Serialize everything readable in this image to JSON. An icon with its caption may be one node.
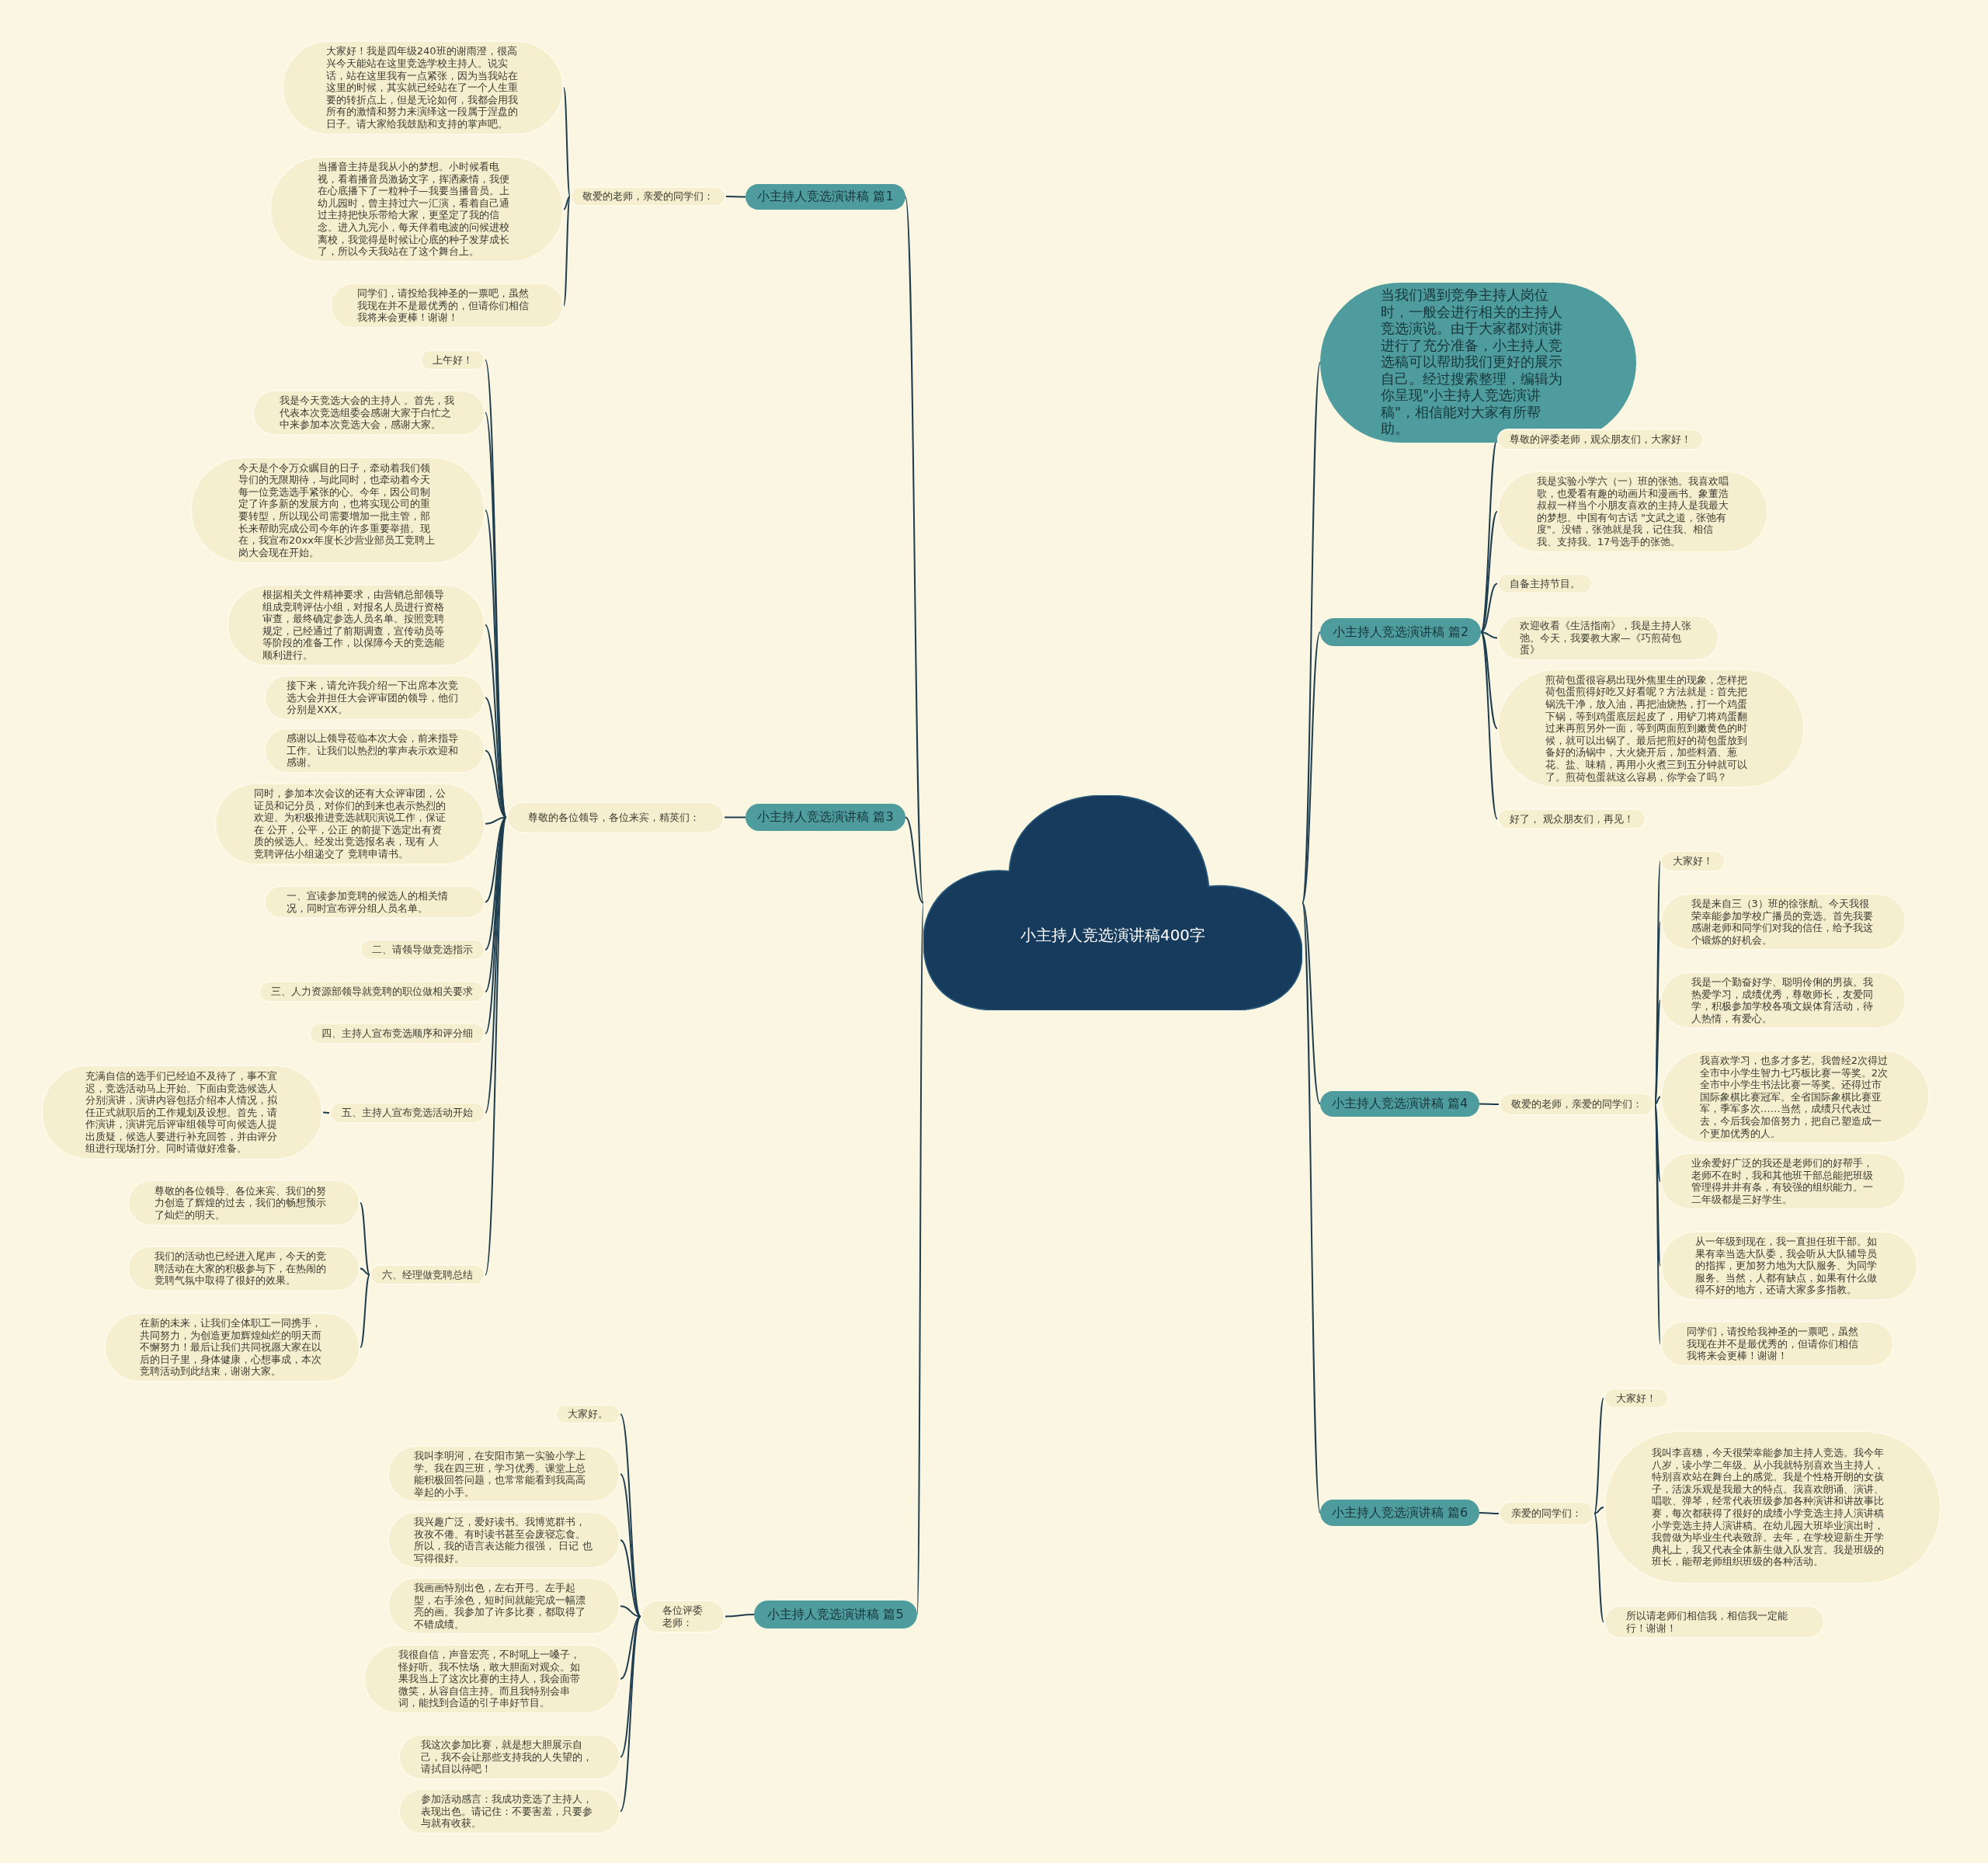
{
  "diagram": {
    "nodes": [
      {
        "text": [
          "小主持人竞选演讲稿400字"
        ]
      },
      {
        "text": [
          "小主持人竞选演讲稿 篇1"
        ]
      },
      {
        "text": [
          "敬爱的老师，亲爱的同学们："
        ]
      },
      {
        "text": [
          "大家好！我是四年级240班的谢雨澄，很高兴今天能站在这里竞选学校主持人。说实话，站在这里我有一点紧张，因为当我站在这里的时候，其实就已经站在了一个人生重要的转折点上，但是无论如何，我都会用我所有的激情和努力来演绎这一段属于涅盘的日子。请大家给我鼓励和支持的掌声吧。"
        ]
      },
      {
        "text": [
          "当播音主持是我从小的梦想。小时候看电视，看着播音员激扬文字，挥洒豪情，我便在心底播下了一粒种子—我要当播音员。上幼儿园时，曾主持过六一汇演，看着自己通过主持把快乐带给大家，更坚定了我的信念。进入九完小，每天伴着电波的问候进校离校，我觉得是时候让心底的种子发芽成长了，所以今天我站在了这个舞台上。"
        ]
      },
      {
        "text": [
          "同学们，请投给我神圣的一票吧，虽然我现在并不是最优秀的，但请你们相信我将来会更棒！谢谢！"
        ]
      },
      {
        "text": [
          "小主持人竞选演讲稿 篇3"
        ]
      },
      {
        "text": [
          "尊敬的各位领导，各位来宾，精英们："
        ]
      },
      {
        "text": [
          "上午好！"
        ]
      },
      {
        "text": [
          "我是今天竞选大会的主持人 。首先，我代表本次竞选组委会感谢大家于白忙之中来参加本次竞选大会，感谢大家。"
        ]
      },
      {
        "text": [
          "今天是个令万众瞩目的日子，牵动着我们领导们的无限期待，与此同时，也牵动着今天每一位竞选选手紧张的心。今年，因公司制定了许多新的发展方向，也将实现公司的重要转型，所以现公司需要增加一批主管，部长来帮助完成公司今年的许多重要举措。现在，我宣布20xx年度长沙营业部员工竞聘上岗大会现在开始。"
        ]
      },
      {
        "text": [
          "根据相关文件精神要求，由营销总部领导组成竞聘评估小组，对报名人员进行资格审查，最终确定参选人员名单。按照竞聘规定，已经通过了前期调查，宣传动员等等阶段的准备工作，以保障今天的竞选能顺利进行。"
        ]
      },
      {
        "text": [
          "接下来，请允许我介绍一下出席本次竞选大会并担任大会评审团的领导，他们分别是XXX。"
        ]
      },
      {
        "text": [
          "感谢以上领导莅临本次大会，前来指导工作。让我们以热烈的掌声表示欢迎和感谢。"
        ]
      },
      {
        "text": [
          "同时，参加本次会议的还有大众评审团，公证员和记分员，对你们的到来也表示热烈的欢迎。为积极推进竞选就职演说工作，保证在 公开，公平，公正 的前提下选定出有资质的候选人。经发出竞选报名表，现有 人竞聘评估小组递交了 竞聘申请书。"
        ]
      },
      {
        "text": [
          "一、宣读参加竞聘的候选人的相关情况，同时宣布评分组人员名单。"
        ]
      },
      {
        "text": [
          "二、请领导做竞选指示"
        ]
      },
      {
        "text": [
          "三、人力资源部领导就竞聘的职位做相关要求"
        ]
      },
      {
        "text": [
          "四、主持人宣布竞选顺序和评分细"
        ]
      },
      {
        "text": [
          "五、主持人宣布竞选活动开始"
        ]
      },
      {
        "text": [
          "充满自信的选手们已经迫不及待了，事不宜迟，竞选活动马上开始。下面由竞选候选人分别演讲，演讲内容包括介绍本人情况，拟任正式就职后的工作规划及设想。首先，请作演讲，演讲完后评审组领导可向候选人提出质疑，候选人要进行补充回答，并由评分组进行现场打分。同时请做好准备。"
        ]
      },
      {
        "text": [
          "六、经理做竞聘总结"
        ]
      },
      {
        "text": [
          "尊敬的各位领导、各位来宾、我们的努力创造了辉煌的过去，我们的畅想预示了灿烂的明天。"
        ]
      },
      {
        "text": [
          "我们的活动也已经进入尾声，今天的竞聘活动在大家的积极参与下，在热闹的竞聘气氛中取得了很好的效果。"
        ]
      },
      {
        "text": [
          "在新的未来，让我们全体职工一同携手，共同努力，为创造更加辉煌灿烂的明天而不懈努力！最后让我们共同祝愿大家在以后的日子里，身体健康，心想事成，本次竞聘活动到此结束，谢谢大家。"
        ]
      },
      {
        "text": [
          "小主持人竞选演讲稿 篇5"
        ]
      },
      {
        "text": [
          "各位评委老师："
        ]
      },
      {
        "text": [
          "大家好。"
        ]
      },
      {
        "text": [
          "我叫李明河，在安阳市第一实验小学上学。我在四三班，学习优秀。课堂上总能积极回答问题，也常常能看到我高高举起的小手。"
        ]
      },
      {
        "text": [
          "我兴趣广泛，爱好读书。我博览群书，孜孜不倦。有时读书甚至会废寝忘食。所以，我的语言表达能力很强， 日记 也写得很好。"
        ]
      },
      {
        "text": [
          "我画画特别出色，左右开弓。左手起型，右手涂色，短时间就能完成一幅漂亮的画。我参加了许多比赛，都取得了不错成绩。"
        ]
      },
      {
        "text": [
          "我很自信，声音宏亮，不时吼上一嗓子，怪好听。我不怯场，敢大胆面对观众。如果我当上了这次比赛的主持人，我会面带微笑，从容自信主持。而且我特别会串词，能找到合适的引子串好节目。"
        ]
      },
      {
        "text": [
          "我这次参加比赛，就是想大胆展示自己，我不会让那些支持我的人失望的，请拭目以待吧！"
        ]
      },
      {
        "text": [
          "参加活动感言：我成功竞选了主持人，表现出色。请记住：不要害羞，只要参与就有收获。"
        ]
      },
      {
        "text": [
          "当我们遇到竞争主持人岗位时，一般会进行相关的主持人竞选演说。由于大家都对演讲进行了充分准备，小主持人竞选稿可以帮助我们更好的展示自己。经过搜索整理，编辑为你呈现\"小主持人竞选演讲稿\"，相信能对大家有所帮助。"
        ]
      },
      {
        "text": [
          "小主持人竞选演讲稿 篇2"
        ]
      },
      {
        "text": [
          "尊敬的评委老师，观众朋友们，大家好！"
        ]
      },
      {
        "text": [
          "我是实验小学六（一）班的张弛。我喜欢唱歌，也爱看有趣的动画片和漫画书。象董浩叔叔一样当个小朋友喜欢的主持人是我最大的梦想。中国有句古话 \"文武之道，张弛有度\"。没错，张弛就是我，记住我、相信我、支持我。17号选手的张弛。"
        ]
      },
      {
        "text": [
          "自备主持节目。"
        ]
      },
      {
        "text": [
          "欢迎收看《生活指南》，我是主持人张弛。今天，我要教大家—《巧煎荷包蛋》"
        ]
      },
      {
        "text": [
          "煎荷包蛋很容易出现外焦里生的现象，怎样把荷包蛋煎得好吃又好看呢？方法就是：首先把锅洗干净，放入油，再把油烧热，打一个鸡蛋下锅，等到鸡蛋底层起皮了，用铲刀将鸡蛋翻过来再煎另外一面，等到两面煎到嫩黄色的时候，就可以出锅了。最后把煎好的荷包蛋放到备好的汤锅中，大火烧开后，加些料酒、葱花、盐、味精，再用小火煮三到五分钟就可以了。煎荷包蛋就这么容易，你学会了吗？"
        ]
      },
      {
        "text": [
          "好了， 观众朋友们，再见！"
        ]
      },
      {
        "text": [
          "小主持人竞选演讲稿 篇4"
        ]
      },
      {
        "text": [
          "敬爱的老师，亲爱的同学们："
        ]
      },
      {
        "text": [
          "大家好！"
        ]
      },
      {
        "text": [
          "我是来自三（3）班的徐张航。今天我很荣幸能参加学校广播员的竞选。首先我要感谢老师和同学们对我的信任，给予我这个锻炼的好机会。"
        ]
      },
      {
        "text": [
          "我是一个勤奋好学、聪明伶俐的男孩。我热爱学习，成绩优秀，尊敬师长，友爱同学，积极参加学校各项文娱体育活动，待人热情，有爱心。"
        ]
      },
      {
        "text": [
          "我喜欢学习，也多才多艺。我曾经2次得过全市中小学生智力七巧板比赛一等奖。2次全市中小学生书法比赛一等奖。还得过市国际象棋比赛冠军。全省国际象棋比赛亚军，季军多次……当然，成绩只代表过去，今后我会加倍努力，把自己塑造成一个更加优秀的人。"
        ]
      },
      {
        "text": [
          "业余爱好广泛的我还是老师们的好帮手，老师不在时，我和其他班干部总能把班级管理得井井有条，有较强的组织能力。一二年级都是三好学生。"
        ]
      },
      {
        "text": [
          "从一年级到现在，我一直担任班干部。如果有幸当选大队委，我会听从大队辅导员的指挥，更加努力地为大队服务、为同学服务。当然，人都有缺点，如果有什么做得不好的地方，还请大家多多指教。"
        ]
      },
      {
        "text": [
          "同学们，请投给我神圣的一票吧，虽然我现在并不是最优秀的，但请你们相信我将来会更棒！谢谢！"
        ]
      },
      {
        "text": [
          "小主持人竞选演讲稿 篇6"
        ]
      },
      {
        "text": [
          "亲爱的同学们："
        ]
      },
      {
        "text": [
          "大家好！"
        ]
      },
      {
        "text": [
          "我叫李喜穗，今天很荣幸能参加主持人竞选。我今年八岁，读小学二年级。从小我就特别喜欢当主持人，特别喜欢站在舞台上的感觉。我是个性格开朗的女孩子，活泼乐观是我最大的特点。我喜欢朗诵、演讲、唱歌、弹琴，经常代表班级参加各种演讲和讲故事比赛，每次都获得了很好的成绩小学竞选主持人演讲稿小学竞选主持人演讲稿。在幼儿园大班毕业演出时，我曾做为毕业生代表致辞。去年，在学校迎新生开学典礼上，我又代表全体新生做入队发言。我是班级的班长，能帮老师组织班级的各种活动。"
        ]
      },
      {
        "text": [
          "所以请老师们相信我，相信我一定能行！谢谢！"
        ]
      }
    ],
    "edges": [
      {
        "from": 0,
        "to": 1,
        "arrow": "none"
      },
      {
        "from": 1,
        "to": 2,
        "arrow": "none"
      },
      {
        "from": 2,
        "to": 3,
        "arrow": "none"
      },
      {
        "from": 2,
        "to": 4,
        "arrow": "none"
      },
      {
        "from": 2,
        "to": 5,
        "arrow": "none"
      },
      {
        "from": 0,
        "to": 6,
        "arrow": "none"
      },
      {
        "from": 6,
        "to": 7,
        "arrow": "none"
      },
      {
        "from": 7,
        "to": 8,
        "arrow": "none"
      },
      {
        "from": 7,
        "to": 9,
        "arrow": "none"
      },
      {
        "from": 7,
        "to": 10,
        "arrow": "none"
      },
      {
        "from": 7,
        "to": 11,
        "arrow": "none"
      },
      {
        "from": 7,
        "to": 12,
        "arrow": "none"
      },
      {
        "from": 7,
        "to": 13,
        "arrow": "none"
      },
      {
        "from": 7,
        "to": 14,
        "arrow": "none"
      },
      {
        "from": 7,
        "to": 15,
        "arrow": "none"
      },
      {
        "from": 7,
        "to": 16,
        "arrow": "none"
      },
      {
        "from": 7,
        "to": 17,
        "arrow": "none"
      },
      {
        "from": 7,
        "to": 18,
        "arrow": "none"
      },
      {
        "from": 7,
        "to": 19,
        "arrow": "none"
      },
      {
        "from": 19,
        "to": 20,
        "arrow": "none"
      },
      {
        "from": 7,
        "to": 21,
        "arrow": "none"
      },
      {
        "from": 21,
        "to": 22,
        "arrow": "none"
      },
      {
        "from": 21,
        "to": 23,
        "arrow": "none"
      },
      {
        "from": 21,
        "to": 24,
        "arrow": "none"
      },
      {
        "from": 0,
        "to": 25,
        "arrow": "none"
      },
      {
        "from": 25,
        "to": 26,
        "arrow": "none"
      },
      {
        "from": 26,
        "to": 27,
        "arrow": "none"
      },
      {
        "from": 26,
        "to": 28,
        "arrow": "none"
      },
      {
        "from": 26,
        "to": 29,
        "arrow": "none"
      },
      {
        "from": 26,
        "to": 30,
        "arrow": "none"
      },
      {
        "from": 26,
        "to": 31,
        "arrow": "none"
      },
      {
        "from": 26,
        "to": 32,
        "arrow": "none"
      },
      {
        "from": 26,
        "to": 33,
        "arrow": "none"
      },
      {
        "from": 0,
        "to": 34,
        "arrow": "none"
      },
      {
        "from": 0,
        "to": 35,
        "arrow": "none"
      },
      {
        "from": 35,
        "to": 36,
        "arrow": "none"
      },
      {
        "from": 35,
        "to": 37,
        "arrow": "none"
      },
      {
        "from": 35,
        "to": 38,
        "arrow": "none"
      },
      {
        "from": 35,
        "to": 39,
        "arrow": "none"
      },
      {
        "from": 35,
        "to": 40,
        "arrow": "none"
      },
      {
        "from": 35,
        "to": 41,
        "arrow": "none"
      },
      {
        "from": 0,
        "to": 42,
        "arrow": "none"
      },
      {
        "from": 42,
        "to": 43,
        "arrow": "none"
      },
      {
        "from": 43,
        "to": 44,
        "arrow": "none"
      },
      {
        "from": 43,
        "to": 45,
        "arrow": "none"
      },
      {
        "from": 43,
        "to": 46,
        "arrow": "none"
      },
      {
        "from": 43,
        "to": 47,
        "arrow": "none"
      },
      {
        "from": 43,
        "to": 48,
        "arrow": "none"
      },
      {
        "from": 43,
        "to": 49,
        "arrow": "none"
      },
      {
        "from": 43,
        "to": 50,
        "arrow": "none"
      },
      {
        "from": 0,
        "to": 51,
        "arrow": "none"
      },
      {
        "from": 51,
        "to": 52,
        "arrow": "none"
      },
      {
        "from": 52,
        "to": 53,
        "arrow": "none"
      },
      {
        "from": 52,
        "to": 54,
        "arrow": "none"
      },
      {
        "from": 52,
        "to": 55,
        "arrow": "none"
      }
    ]
  }
}
